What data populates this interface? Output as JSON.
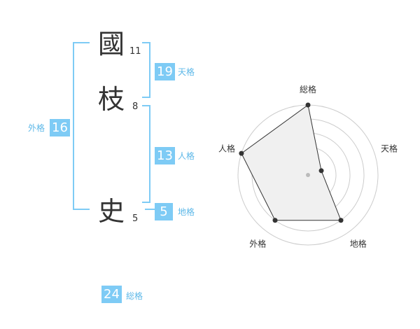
{
  "name": {
    "chars": [
      {
        "kanji": "國",
        "strokes": "11"
      },
      {
        "kanji": "枝",
        "strokes": "8"
      },
      {
        "kanji": "史",
        "strokes": "5"
      }
    ]
  },
  "grades": {
    "tenkaku": {
      "label": "天格",
      "value": "19"
    },
    "jinkaku": {
      "label": "人格",
      "value": "13"
    },
    "chikaku": {
      "label": "地格",
      "value": "5"
    },
    "gaikaku": {
      "label": "外格",
      "value": "16"
    },
    "soukaku": {
      "label": "総格",
      "value": "24"
    }
  },
  "colors": {
    "accent": "#7ecbf5",
    "accent_text": "#5db8e8",
    "text": "#333333",
    "ring": "#cccccc",
    "fill": "#f0f0f0"
  },
  "chart_data": {
    "type": "radar",
    "axes": [
      "総格",
      "天格",
      "地格",
      "外格",
      "人格"
    ],
    "values": [
      5,
      1,
      4,
      4,
      5
    ],
    "max": 5,
    "rings": 5,
    "grid": true
  }
}
